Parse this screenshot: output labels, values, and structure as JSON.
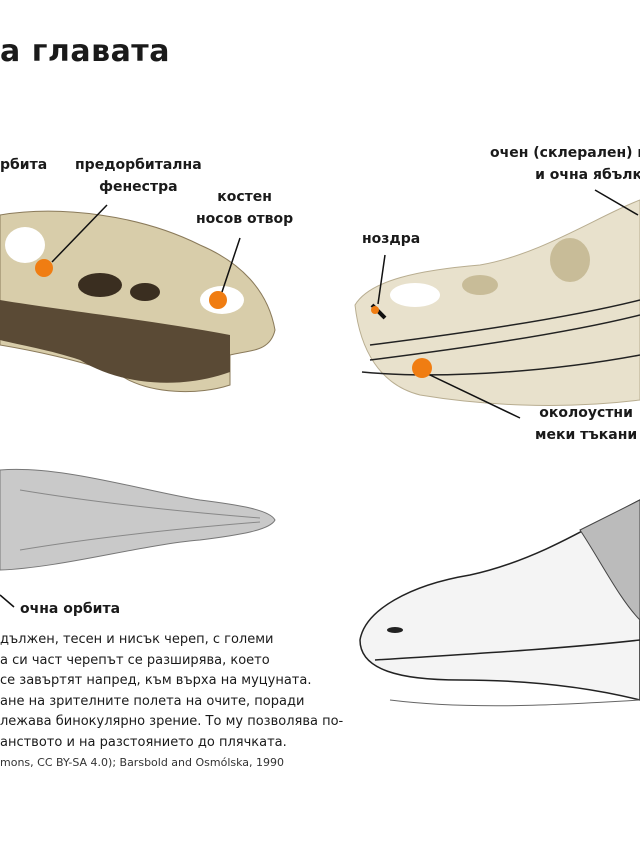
{
  "title": "а главата",
  "labels": {
    "orbit_top": "рбита",
    "preorbital": [
      "предорбитална",
      "фенестра"
    ],
    "nasal": [
      "костен",
      "носов отвор"
    ],
    "scleral": [
      "очен (склерален) пр",
      "и очна ябълк"
    ],
    "nostril": "ноздра",
    "perioral": [
      "околоустни",
      "меки тъкани"
    ],
    "orbit_bottom": "очна орбита"
  },
  "body_lines": [
    "дължен, тесен и нисък череп, с големи",
    "а си част черепът се разширява, което",
    "се завъртят напред, към върха на муцуната.",
    "ане на зрителните полета на очите, поради",
    "лежава бинокулярно зрение. То му позволява по-",
    "анството и на разстоянието до плячката."
  ],
  "credit": "mons, CC BY-SA 4.0); Barsbold and Osmólska, 1990",
  "colors": {
    "accent": "#f07d12",
    "bone": "#d8cdaa",
    "bone_dark": "#4a3b28"
  }
}
